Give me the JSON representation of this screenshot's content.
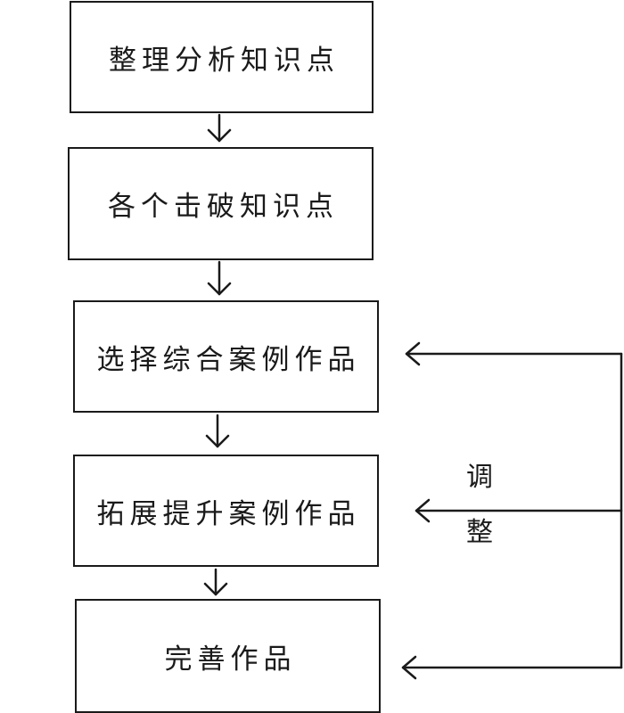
{
  "diagram": {
    "steps": [
      {
        "label": "整理分析知识点"
      },
      {
        "label": "各个击破知识点"
      },
      {
        "label": "选择综合案例作品"
      },
      {
        "label": "拓展提升案例作品"
      },
      {
        "label": "完善作品"
      }
    ],
    "feedback_label": {
      "line1": "调",
      "line2": "整"
    },
    "colors": {
      "stroke": "#1a1a1a",
      "background": "#ffffff"
    }
  }
}
